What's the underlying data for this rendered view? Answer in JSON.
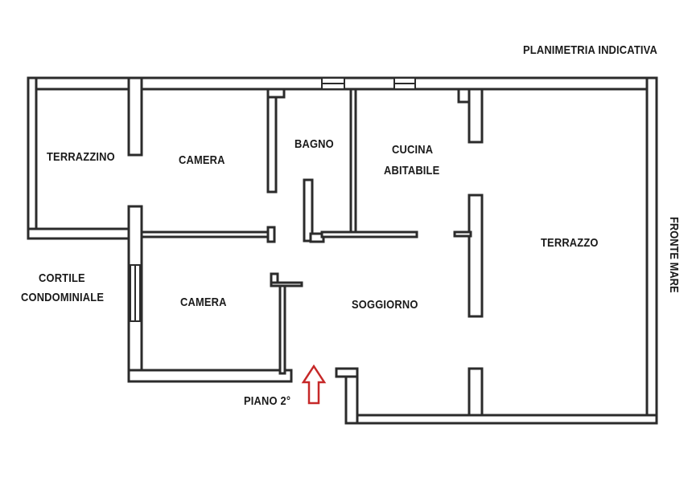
{
  "header": {
    "title": "PLANIMETRIA INDICATIVA"
  },
  "rooms": {
    "terrazzino": "TERRAZZINO",
    "camera_top": "CAMERA",
    "bagno": "BAGNO",
    "cucina_line1": "CUCINA",
    "cucina_line2": "ABITABILE",
    "terrazzo": "TERRAZZO",
    "camera_bottom": "CAMERA",
    "soggiorno": "SOGGIORNO"
  },
  "outside": {
    "cortile_line1": "CORTILE",
    "cortile_line2": "CONDOMINIALE",
    "fronte_mare": "FRONTE MARE",
    "piano": "PIANO 2°"
  },
  "colors": {
    "wall": "#2b2b2b",
    "wall_fill": "#ffffff",
    "entrance_arrow": "#c62828"
  },
  "icons": {
    "entrance": "up-arrow-icon"
  }
}
